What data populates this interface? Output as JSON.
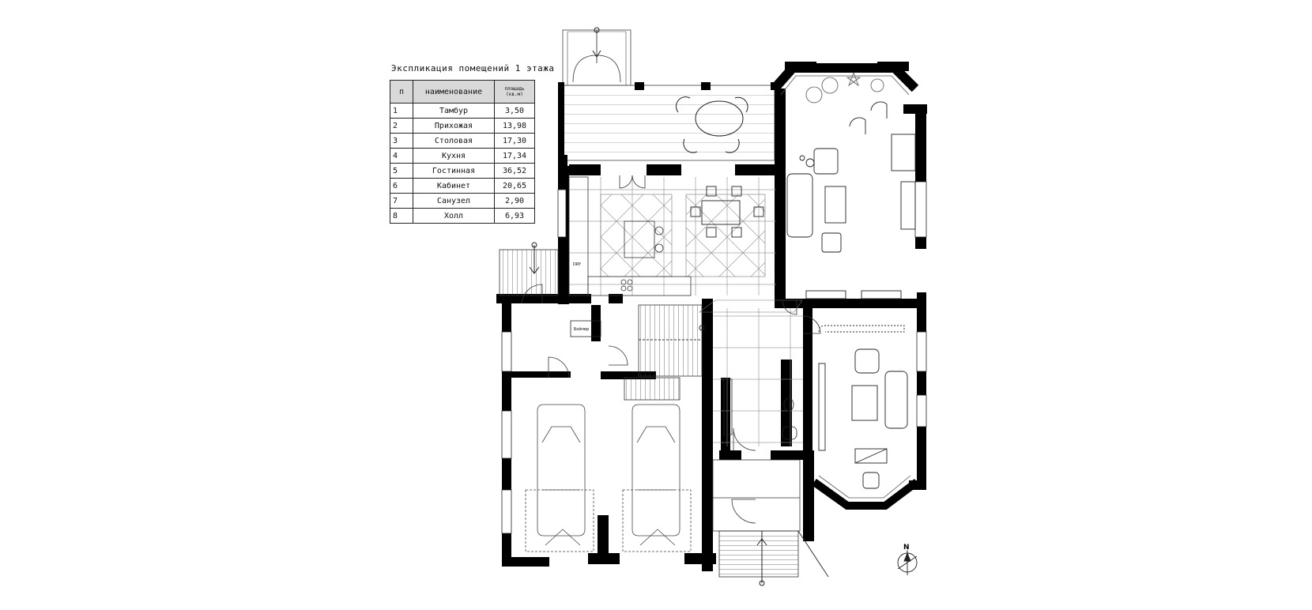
{
  "explication": {
    "title": "Экспликация помещений 1 этажа",
    "headers": {
      "num": "п",
      "name": "наименование",
      "area": "площадь (кв.м)"
    },
    "rows": [
      {
        "num": "1",
        "name": "Тамбур",
        "area": "3,50"
      },
      {
        "num": "2",
        "name": "Прихожая",
        "area": "13,98"
      },
      {
        "num": "3",
        "name": "Столовая",
        "area": "17,30"
      },
      {
        "num": "4",
        "name": "Кухня",
        "area": "17,34"
      },
      {
        "num": "5",
        "name": "Гостинная",
        "area": "36,52"
      },
      {
        "num": "6",
        "name": "Кабинет",
        "area": "20,65"
      },
      {
        "num": "7",
        "name": "Санузел",
        "area": "2,90"
      },
      {
        "num": "8",
        "name": "Холл",
        "area": "6,93"
      }
    ]
  },
  "plan_labels": {
    "boiler": "Бойлер",
    "dryer": "DRY"
  },
  "compass": {
    "label": "N"
  },
  "colors": {
    "wall": "#000000",
    "line": "#333333",
    "tile": "#666666",
    "paper": "#ffffff"
  }
}
